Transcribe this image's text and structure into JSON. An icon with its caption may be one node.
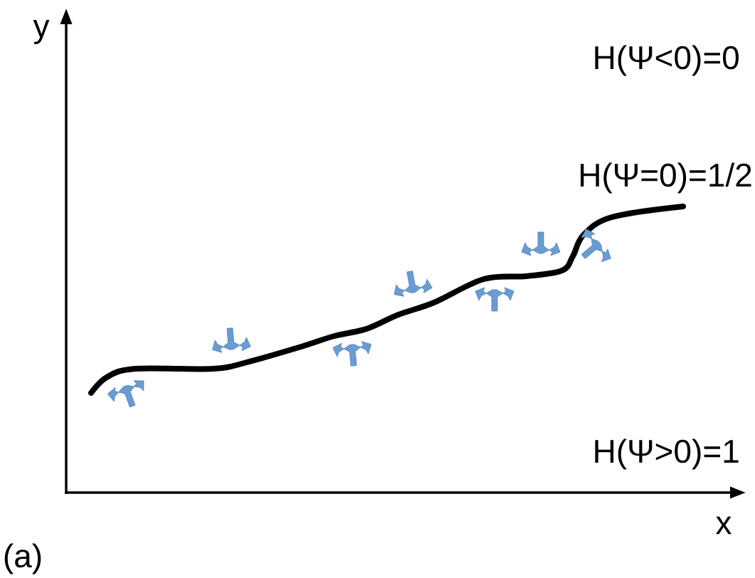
{
  "diagram": {
    "labels": [
      "y",
      "H(Ψ<0)=0",
      "H(Ψ=0)=1/2",
      "H(Ψ>0)=1",
      "x",
      "(a)"
    ]
  }
}
